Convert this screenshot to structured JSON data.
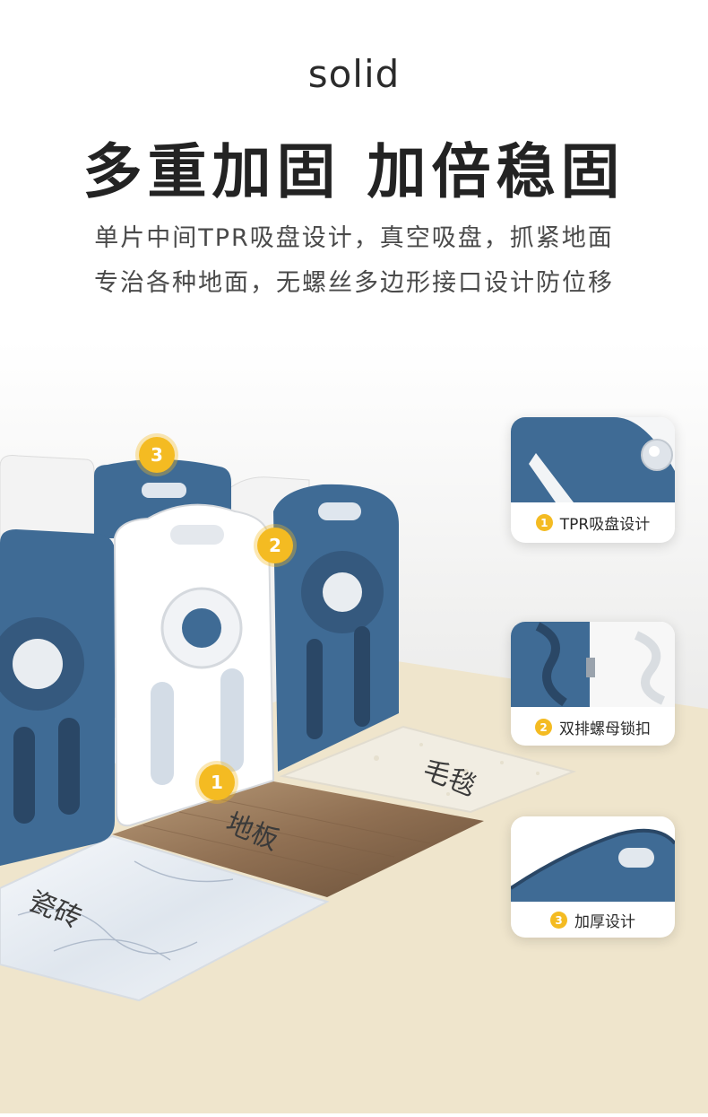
{
  "header": {
    "eyebrow": "solid",
    "headline": "多重加固  加倍稳固",
    "description_lines": [
      "单片中间TPR吸盘设计，真空吸盘，抓紧地面",
      "专治各种地面，无螺丝多边形接口设计防位移"
    ]
  },
  "scene": {
    "floor_labels": {
      "carpet": "毛毯",
      "wood": "地板",
      "tile": "瓷砖"
    },
    "badges": [
      "1",
      "2",
      "3"
    ]
  },
  "detail_cards": [
    {
      "number": "1",
      "label": "TPR吸盘设计"
    },
    {
      "number": "2",
      "label": "双排螺母锁扣"
    },
    {
      "number": "3",
      "label": "加厚设计"
    }
  ],
  "colors": {
    "accent_yellow": "#f4bb22",
    "panel_blue": "#3f6b95",
    "panel_white": "#ffffff",
    "floor_cream": "#efe5cc"
  }
}
